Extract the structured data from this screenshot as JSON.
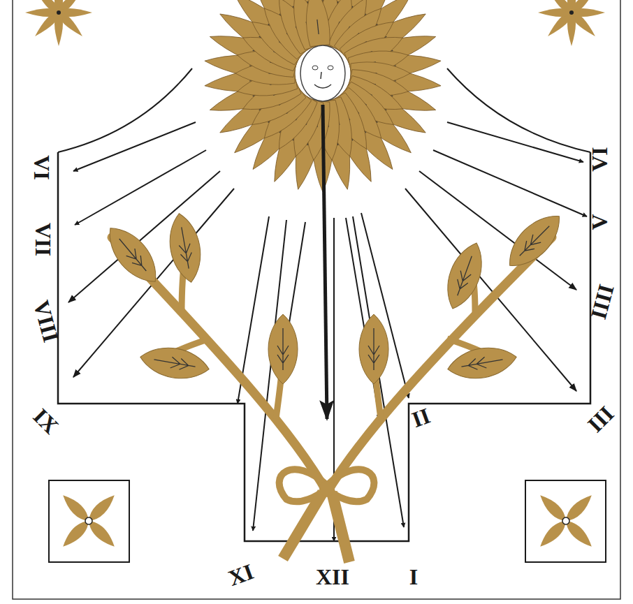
{
  "diagram": {
    "labels": [
      "VI",
      "VI",
      "VII",
      "V",
      "VIII",
      "IIII",
      "IX",
      "III",
      "II",
      "XI",
      "XII",
      "I"
    ]
  }
}
